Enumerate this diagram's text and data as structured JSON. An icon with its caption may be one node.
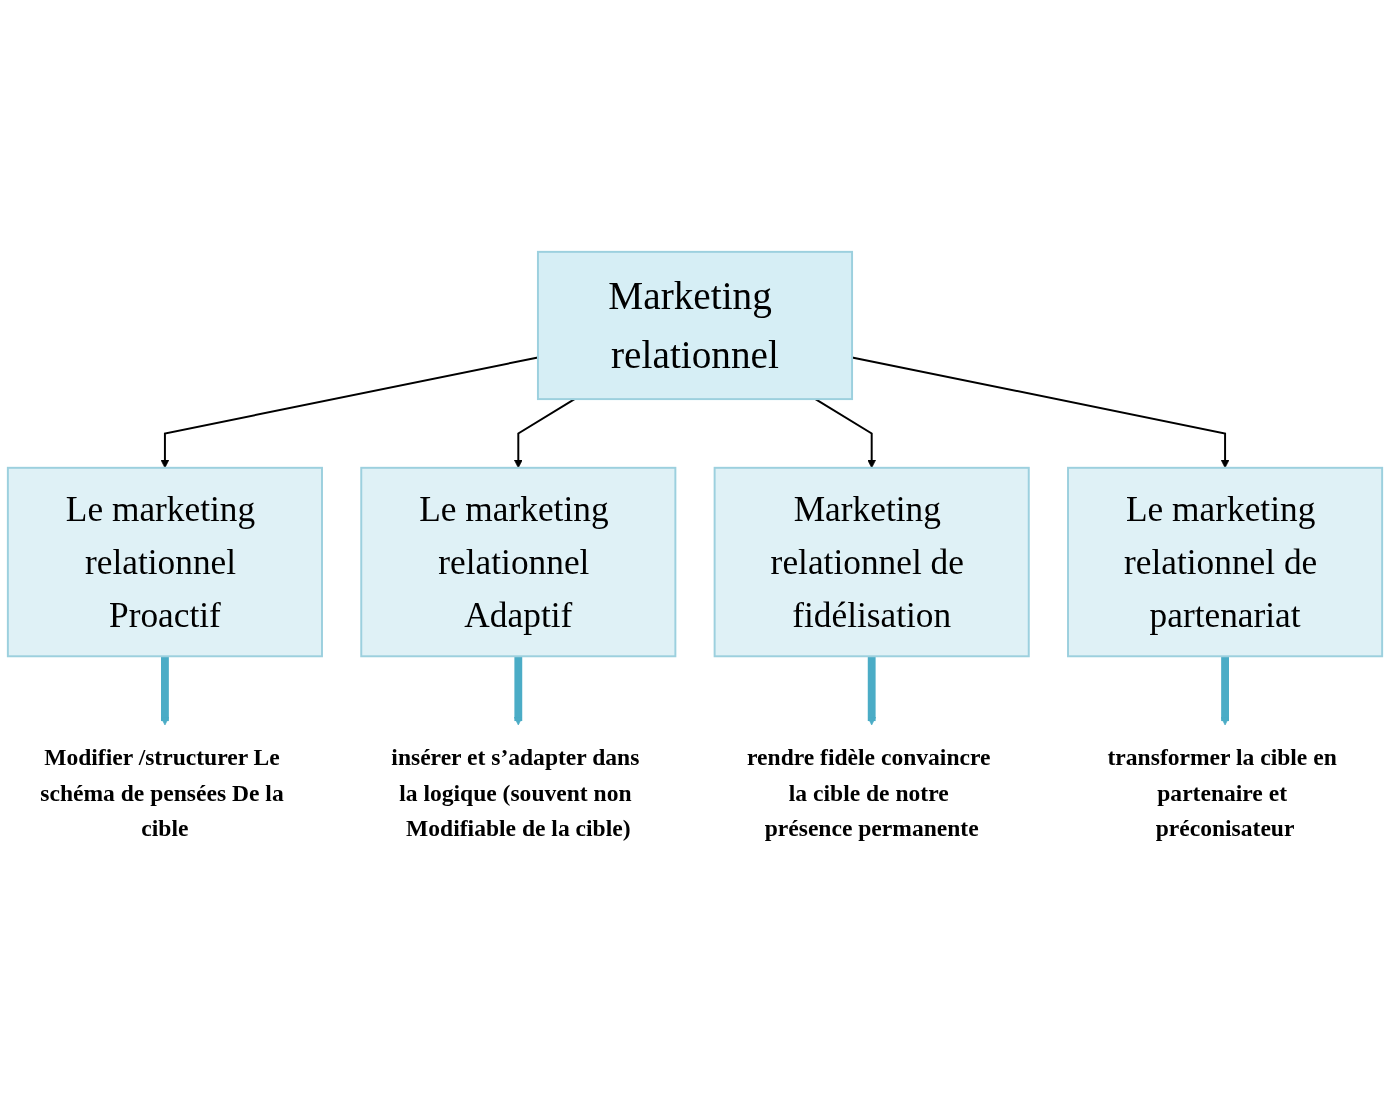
{
  "diagram": {
    "nodes": [
      {
        "text": [
          "Marketing relationnel"
        ]
      },
      {
        "text": [
          "Le marketing relationnel Proactif"
        ]
      },
      {
        "text": [
          "Le marketing relationnel Adaptif"
        ]
      },
      {
        "text": [
          "Marketing relationnel de fidélisation"
        ]
      },
      {
        "text": [
          "Le marketing relationnel de partenariat"
        ]
      },
      {
        "text": [
          "Modifier /structurer Le schéma de pensées De la cible"
        ]
      },
      {
        "text": [
          "insérer et s’adapter dans la logique (souvent non Modifiable de la cible)"
        ]
      },
      {
        "text": [
          "rendre fidèle convaincre la cible de notre présence permanente"
        ]
      },
      {
        "text": [
          "transformer la cible en partenaire et préconisateur"
        ]
      }
    ],
    "edges": [
      {
        "from": 0,
        "to": 1,
        "arrow": "to"
      },
      {
        "from": 0,
        "to": 2,
        "arrow": "to"
      },
      {
        "from": 0,
        "to": 3,
        "arrow": "to"
      },
      {
        "from": 0,
        "to": 4,
        "arrow": "to"
      },
      {
        "from": 1,
        "to": 5,
        "arrow": "to",
        "style": "thick",
        "color": "#4bacc6"
      },
      {
        "from": 2,
        "to": 6,
        "arrow": "to",
        "style": "thick",
        "color": "#4bacc6"
      },
      {
        "from": 3,
        "to": 7,
        "arrow": "to",
        "style": "thick",
        "color": "#4bacc6"
      },
      {
        "from": 4,
        "to": 8,
        "arrow": "to",
        "style": "thick",
        "color": "#4bacc6"
      }
    ]
  }
}
